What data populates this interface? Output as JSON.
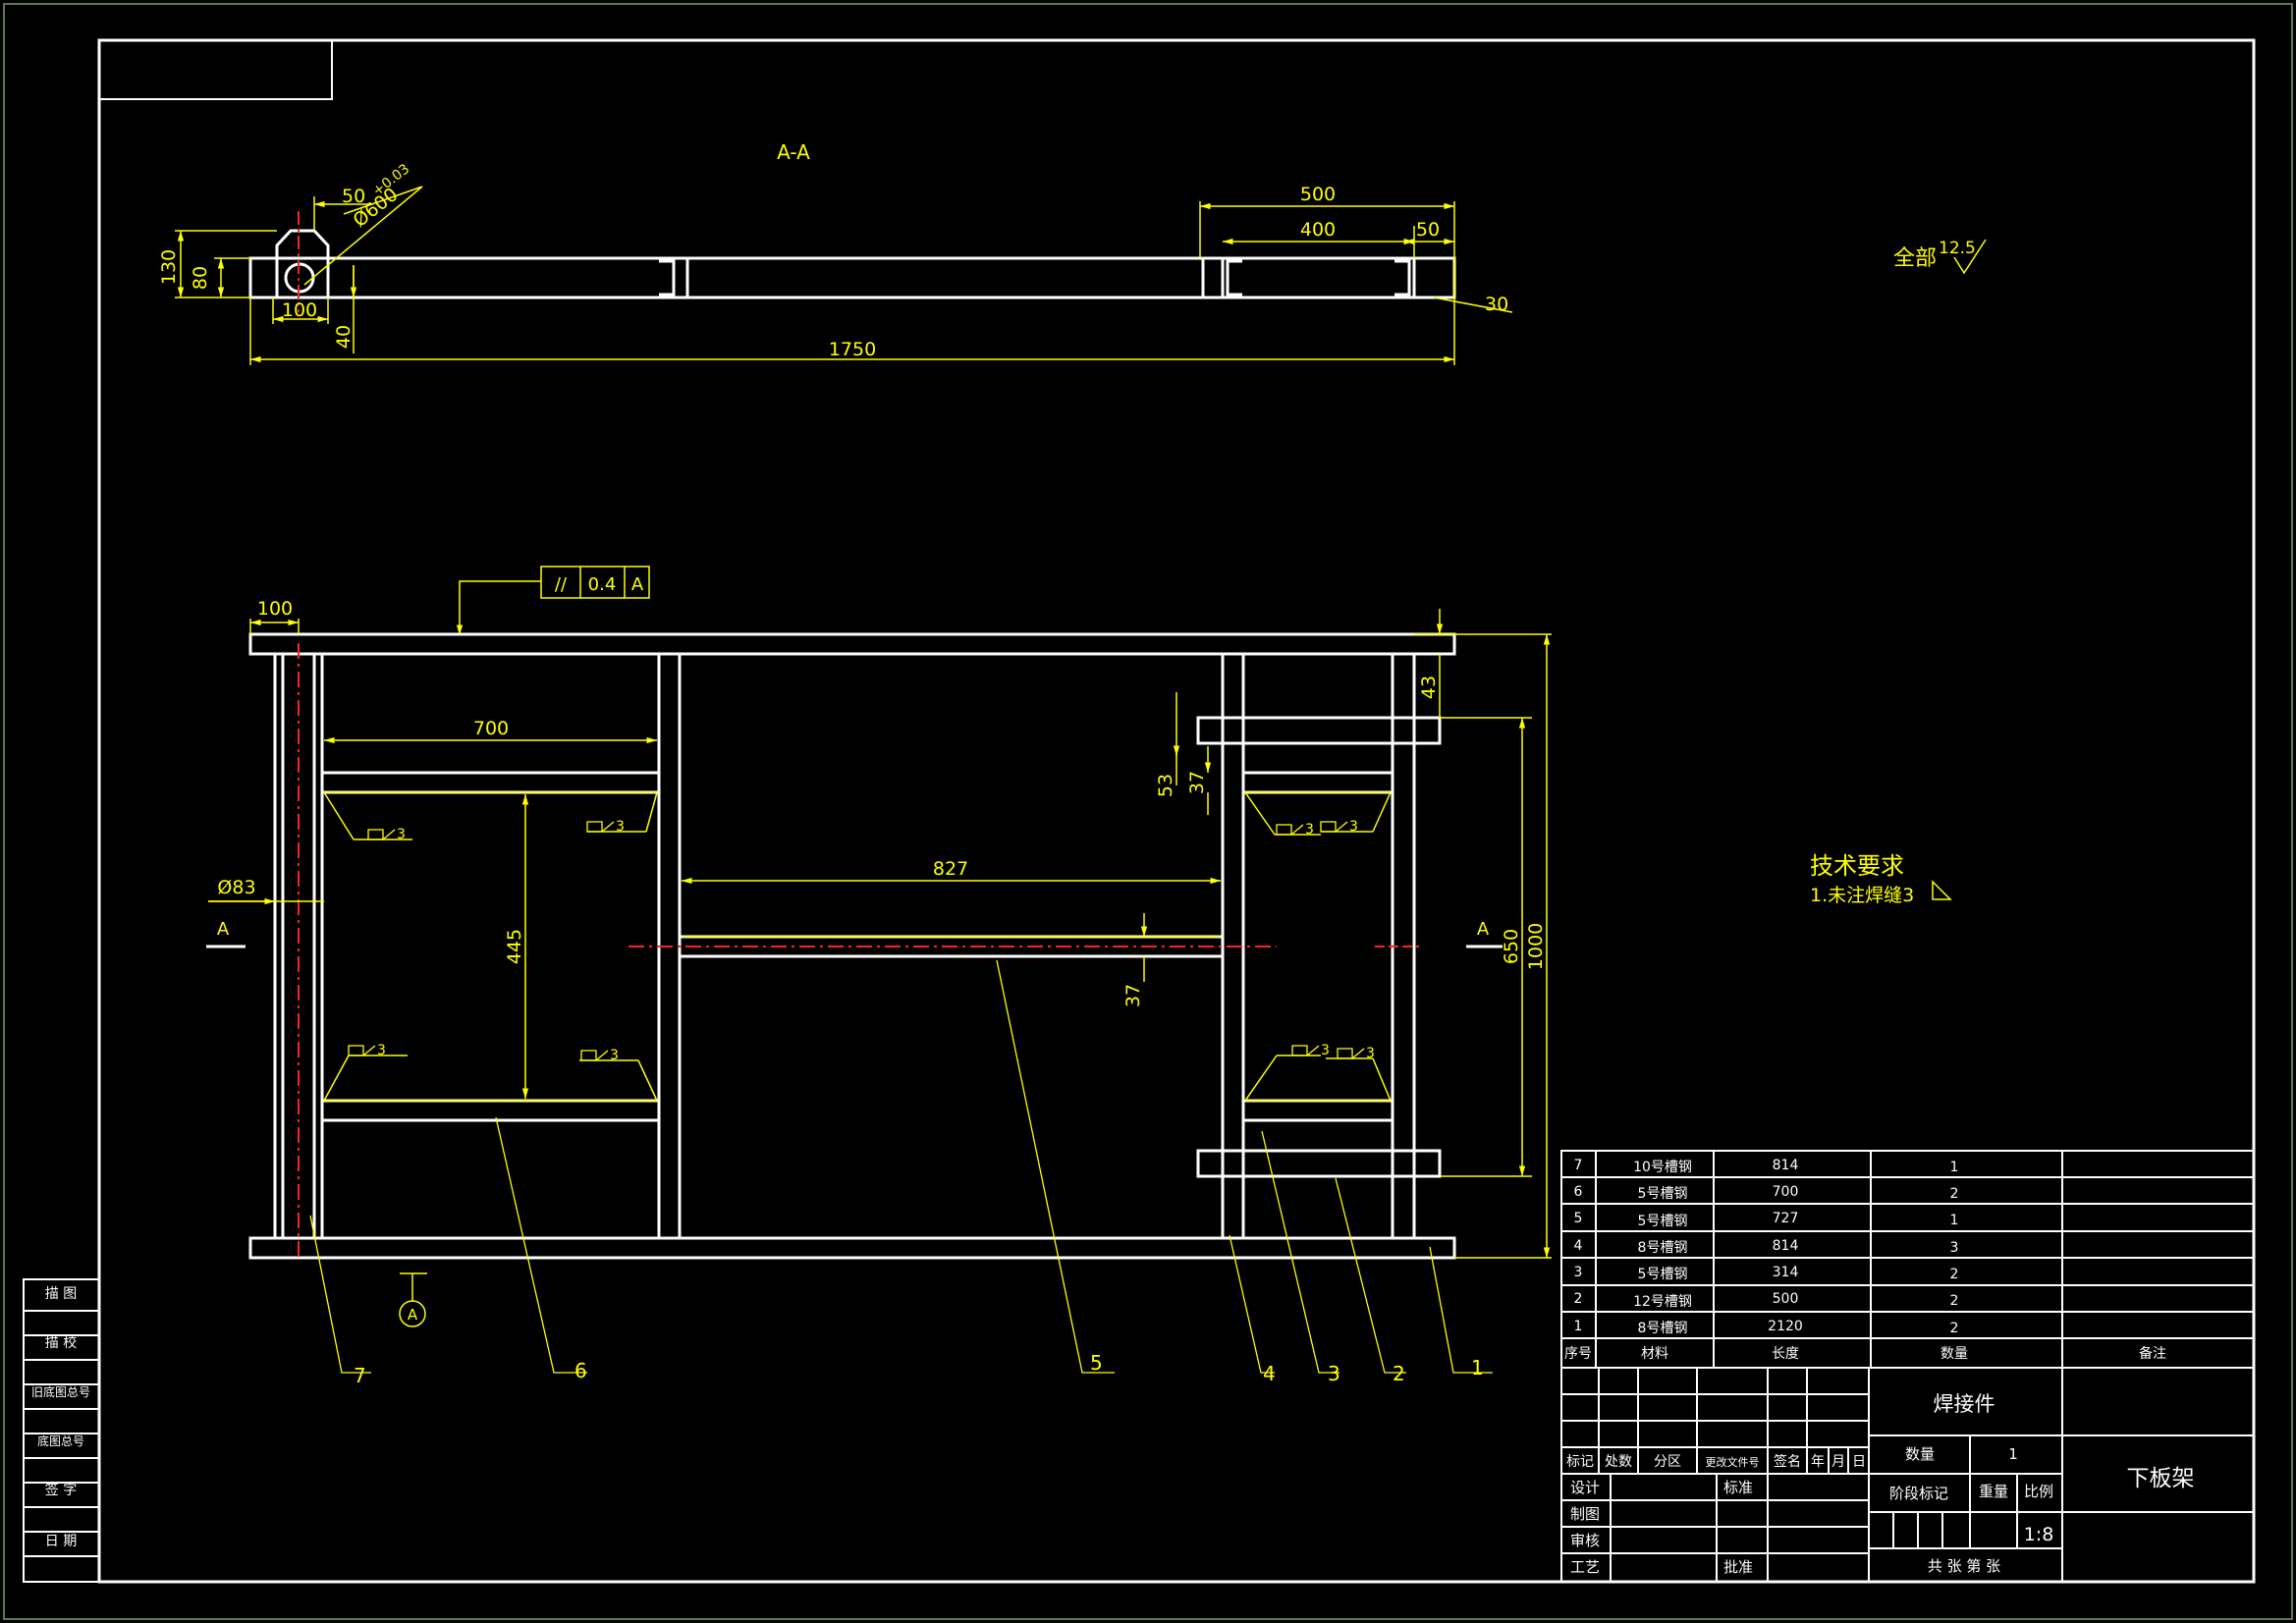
{
  "section_view": {
    "title": "A-A",
    "dims": {
      "d50": "50",
      "tol": "+0.03",
      "dia": "Ø600",
      "d130": "130",
      "d80": "80",
      "d100": "100",
      "d40": "40",
      "d500": "500",
      "d400": "400",
      "d50r": "50",
      "d30": "30",
      "d1750": "1750"
    }
  },
  "roughness": {
    "label": "全部",
    "value": "12.5"
  },
  "front_view": {
    "tolerance_frame": {
      "symbol": "//",
      "value": "0.4",
      "datum": "A"
    },
    "dims": {
      "d100": "100",
      "d700": "700",
      "d827": "827",
      "d445": "445",
      "d83": "Ø83",
      "d53": "53",
      "d37a": "37",
      "d37b": "37",
      "d43": "43",
      "d650": "650",
      "d1000": "1000"
    },
    "weld": "3",
    "section_mark": "A",
    "datum_mark": "A"
  },
  "tech_req": {
    "title": "技术要求",
    "item": "1.未注焊缝3"
  },
  "balloons": [
    "7",
    "6",
    "5",
    "4",
    "3",
    "2",
    "1"
  ],
  "bom": {
    "rows": [
      {
        "no": "7",
        "material": "10号槽钢",
        "length": "814",
        "qty": "1",
        "remark": ""
      },
      {
        "no": "6",
        "material": "5号槽钢",
        "length": "700",
        "qty": "2",
        "remark": ""
      },
      {
        "no": "5",
        "material": "5号槽钢",
        "length": "727",
        "qty": "1",
        "remark": ""
      },
      {
        "no": "4",
        "material": "8号槽钢",
        "length": "814",
        "qty": "3",
        "remark": ""
      },
      {
        "no": "3",
        "material": "5号槽钢",
        "length": "314",
        "qty": "2",
        "remark": ""
      },
      {
        "no": "2",
        "material": "12号槽钢",
        "length": "500",
        "qty": "2",
        "remark": ""
      },
      {
        "no": "1",
        "material": "8号槽钢",
        "length": "2120",
        "qty": "2",
        "remark": ""
      }
    ],
    "headers": {
      "no": "序号",
      "material": "材料",
      "length": "长度",
      "qty": "数量",
      "remark": "备注"
    }
  },
  "title_block": {
    "part_type": "焊接件",
    "part_name": "下板架",
    "qty_label": "数量",
    "qty_value": "1",
    "stage_label": "阶段标记",
    "weight_label": "重量",
    "scale_label": "比例",
    "scale_value": "1:8",
    "sheets": "共 张 第 张",
    "rev_cols": [
      "标记",
      "处数",
      "分区",
      "更改文件号",
      "签名",
      "年",
      "月",
      "日"
    ],
    "roles": [
      "设计",
      "制图",
      "审核",
      "工艺"
    ],
    "std_label": "标准",
    "approve_label": "批准"
  },
  "side_strip": [
    "描 图",
    "描 校",
    "旧底图总号",
    "底图总号",
    "签 字",
    "日 期"
  ]
}
